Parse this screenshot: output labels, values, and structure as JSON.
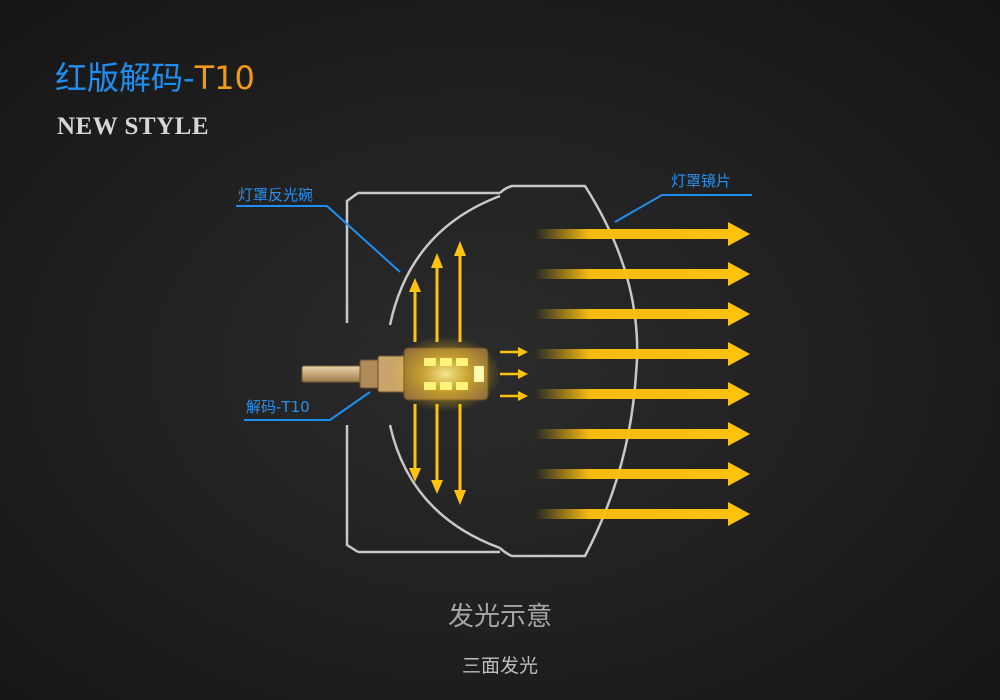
{
  "header": {
    "title_cn": "红版解码-",
    "title_model": "T10",
    "subtitle": "NEW STYLE"
  },
  "diagram": {
    "labels": {
      "reflector": "灯罩反光碗",
      "lens": "灯罩镜片",
      "bulb": "解码-T10"
    },
    "colors": {
      "accent_blue": "#1e8ff0",
      "light_yellow": "#ffc20e",
      "outline": "#c8c8c8"
    },
    "icons": [
      "led-bulb-icon",
      "light-arrow-icon"
    ]
  },
  "footer": {
    "caption_main": "发光示意",
    "caption_sub": "三面发光"
  }
}
